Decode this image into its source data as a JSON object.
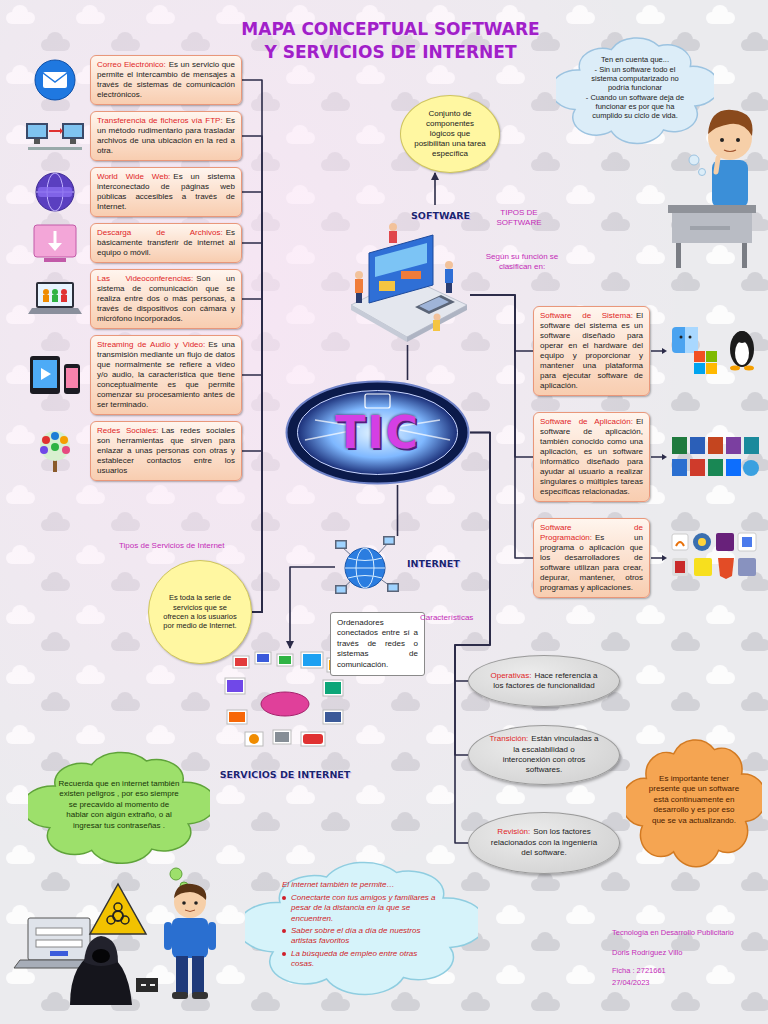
{
  "diagram": {
    "title": "MAPA CONCEPTUAL SOFTWARE Y SERVICIOS DE INTERNET",
    "nodes": [
      {
        "text": [
          "Correo Electrónico:",
          "Es un servicio que permite el intercambio de mensajes a través de sistemas de comunicación electrónicos."
        ]
      },
      {
        "text": [
          "Transferencia de ficheros vía FTP:",
          "Es un método rudimentario para trasladar archivos de una ubicación en la red a otra."
        ]
      },
      {
        "text": [
          "World Wide Web:",
          "Es un sistema interconectado de páginas web públicas accesibles a través de Internet."
        ]
      },
      {
        "text": [
          "Descarga de Archivos:",
          "Es básicamente transferir de internet al equipo o móvil."
        ]
      },
      {
        "text": [
          "Las Videoconferencias:",
          "Son un sistema de comunicación que se realiza entre dos o más personas, a través de dispositivos con cámara y micrófono incorporados."
        ]
      },
      {
        "text": [
          "Streaming de Audio y Video:",
          "Es una transmisión mediante un flujo de datos que normalmente se refiere a video y/o audio, la característica que tiene conceptualmente es que permite comenzar su procesamiento antes de ser terminado."
        ]
      },
      {
        "text": [
          "Redes Sociales:",
          "Las redes sociales son herramientas que sirven para enlazar a unas personas con otras y establecer contactos entre los usuarios"
        ]
      },
      {
        "text": [
          "Conjunto de componentes lógicos que posibilitan una tarea específica"
        ]
      },
      {
        "text": [
          "Ten en cuenta que...",
          "- Sin un software todo el sistema computarizado no podría funcionar",
          "- Cuando un software deja de funcionar es por que ha cumplido su ciclo de vida."
        ]
      },
      {
        "text": [
          "SOFTWARE"
        ]
      },
      {
        "text": [
          "Software de Sistema:",
          "El software del sistema es un software diseñado para operar en el hardware del equipo y proporcionar y mantener una plataforma para ejecutar software de aplicación."
        ]
      },
      {
        "text": [
          "Software de Aplicación:",
          "El software de aplicación, también conocido como una aplicación, es un software informático diseñado para ayudar al usuario a realizar singulares o múltiples tareas específicas relacionadas."
        ]
      },
      {
        "text": [
          "Software de Programación:",
          "Es un programa o aplicación que los desarrolladores de software utilizan para crear, depurar, mantener, otros programas y aplicaciones."
        ]
      },
      {
        "text": [
          "TIC"
        ]
      },
      {
        "text": [
          "Tipos de Servicios de Internet",
          "Es toda la serie de servicios que se ofrecen a los usuarios por medio de Internet."
        ]
      },
      {
        "text": [
          "INTERNET"
        ]
      },
      {
        "text": [
          "Ordenadores conectados entre sí a través de redes o sistemas de comunicación."
        ]
      },
      {
        "text": [
          "SERVICIOS DE INTERNET"
        ]
      },
      {
        "text": [
          "Operativas:",
          "Hace referencia a los factores de funcionalidad"
        ]
      },
      {
        "text": [
          "Transición:",
          "Están vinculadas a la escalabilidad o interconexión con otros softwares."
        ]
      },
      {
        "text": [
          "Revisión:",
          "Son los factores relacionados con la ingeniería del software."
        ]
      },
      {
        "text": [
          "Recuerda que en internet también existen peligros , por eso siempre se precavido al momento de hablar con algún extraño, o al ingresar tus contraseñas ."
        ]
      },
      {
        "text": [
          "Es importante tener presente que un software está continuamente en desarrollo y es por eso que se va actualizando."
        ]
      },
      {
        "text": [
          "El internet también te permite…",
          "Conectarte con tus amigos y familiares a pesar de la distancia en la que se encuentren.",
          "Saber sobre el día a día de nuestros artistas favoritos",
          "La búsqueda de empleo entre otras cosas."
        ]
      }
    ],
    "edges": [
      {
        "from": 14,
        "to": 0,
        "arrow": "none"
      },
      {
        "from": 14,
        "to": 1,
        "arrow": "none"
      },
      {
        "from": 14,
        "to": 2,
        "arrow": "none"
      },
      {
        "from": 14,
        "to": 3,
        "arrow": "none"
      },
      {
        "from": 14,
        "to": 4,
        "arrow": "none"
      },
      {
        "from": 14,
        "to": 5,
        "arrow": "none"
      },
      {
        "from": 14,
        "to": 6,
        "arrow": "none"
      },
      {
        "from": 9,
        "to": 7,
        "arrow": "to"
      },
      {
        "from": 9,
        "to": 10,
        "arrow": "none"
      },
      {
        "from": 9,
        "to": 11,
        "arrow": "none"
      },
      {
        "from": 9,
        "to": 12,
        "arrow": "none"
      },
      {
        "from": 13,
        "to": 9,
        "arrow": "none"
      },
      {
        "from": 13,
        "to": 15,
        "arrow": "none"
      },
      {
        "from": 15,
        "to": 17,
        "arrow": "to"
      },
      {
        "from": 13,
        "to": 18,
        "arrow": "none"
      },
      {
        "from": 13,
        "to": 19,
        "arrow": "none"
      },
      {
        "from": 13,
        "to": 20,
        "arrow": "none"
      }
    ],
    "labels": [
      "TIPOS DE SOFTWARE",
      "Según su función se clasifican en:",
      "Características",
      "Tecnología en Desarrollo Publicitario",
      "Doris Rodríguez Villo",
      "Ficha : 2721661",
      "27/04/2023"
    ]
  }
}
